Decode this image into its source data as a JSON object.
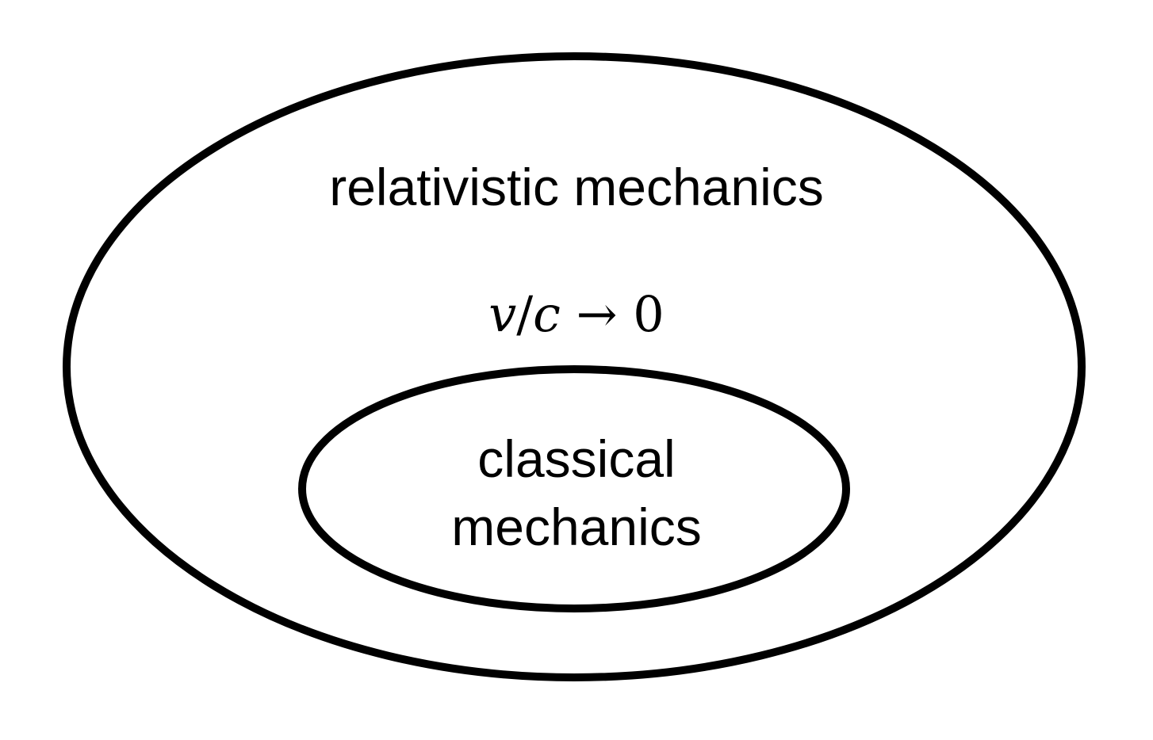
{
  "diagram": {
    "outer_set": {
      "label": "relativistic mechanics"
    },
    "inner_set": {
      "label_line1": "classical",
      "label_line2": "mechanics"
    },
    "limit": {
      "velocity_symbol": "v",
      "slash": "/",
      "light_symbol": "c",
      "arrow": "→",
      "target": "0"
    },
    "colors": {
      "stroke": "#000000",
      "background": "#ffffff",
      "text": "#000000"
    }
  }
}
